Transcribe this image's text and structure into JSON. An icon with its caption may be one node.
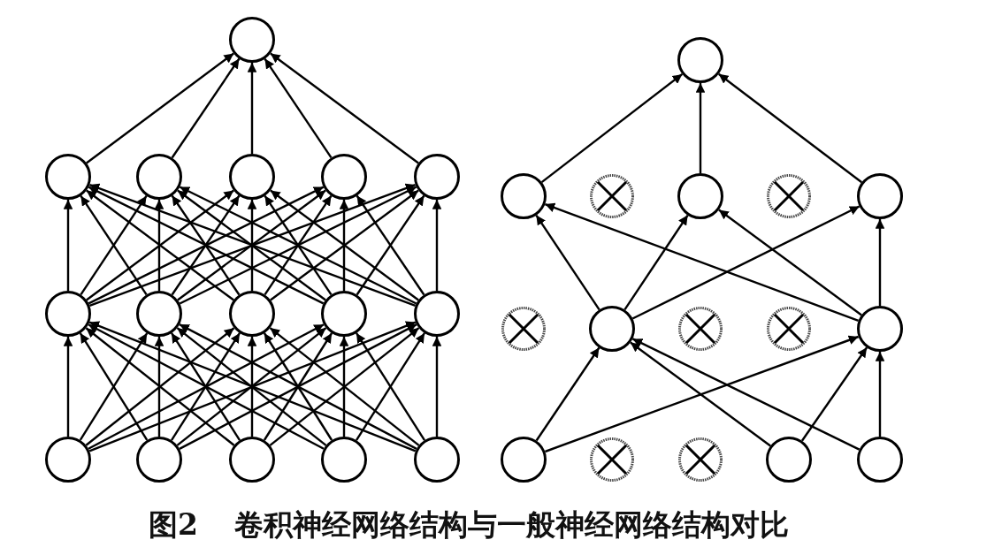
{
  "diagram": {
    "caption": "图2 卷积神经网络结构与一般神经网络结构对比",
    "nodes": [
      {
        "text": [],
        "shape": "circle"
      },
      {
        "text": [],
        "shape": "circle"
      },
      {
        "text": [],
        "shape": "circle"
      },
      {
        "text": [],
        "shape": "circle"
      },
      {
        "text": [],
        "shape": "circle"
      },
      {
        "text": [],
        "shape": "circle"
      },
      {
        "text": [],
        "shape": "circle"
      },
      {
        "text": [],
        "shape": "circle"
      },
      {
        "text": [],
        "shape": "circle"
      },
      {
        "text": [],
        "shape": "circle"
      },
      {
        "text": [],
        "shape": "circle"
      },
      {
        "text": [],
        "shape": "circle"
      },
      {
        "text": [],
        "shape": "circle"
      },
      {
        "text": [],
        "shape": "circle"
      },
      {
        "text": [],
        "shape": "circle"
      },
      {
        "text": [],
        "shape": "circle"
      },
      {
        "text": [],
        "shape": "circle"
      },
      {
        "text": [],
        "shape": "circle"
      },
      {
        "text": [],
        "shape": "cross"
      },
      {
        "text": [],
        "shape": "circle"
      },
      {
        "text": [],
        "shape": "cross"
      },
      {
        "text": [],
        "shape": "circle"
      },
      {
        "text": [],
        "shape": "cross"
      },
      {
        "text": [],
        "shape": "circle"
      },
      {
        "text": [],
        "shape": "cross"
      },
      {
        "text": [],
        "shape": "cross"
      },
      {
        "text": [],
        "shape": "circle"
      },
      {
        "text": [],
        "shape": "circle"
      },
      {
        "text": [],
        "shape": "cross"
      },
      {
        "text": [],
        "shape": "cross"
      },
      {
        "text": [],
        "shape": "circle"
      },
      {
        "text": [],
        "shape": "circle"
      }
    ],
    "edges": [
      {
        "from": 1,
        "to": 0,
        "arrow": "to"
      },
      {
        "from": 2,
        "to": 0,
        "arrow": "to"
      },
      {
        "from": 3,
        "to": 0,
        "arrow": "to"
      },
      {
        "from": 4,
        "to": 0,
        "arrow": "to"
      },
      {
        "from": 5,
        "to": 0,
        "arrow": "to"
      },
      {
        "from": 6,
        "to": 1,
        "arrow": "to"
      },
      {
        "from": 6,
        "to": 2,
        "arrow": "to"
      },
      {
        "from": 6,
        "to": 3,
        "arrow": "to"
      },
      {
        "from": 6,
        "to": 4,
        "arrow": "to"
      },
      {
        "from": 6,
        "to": 5,
        "arrow": "to"
      },
      {
        "from": 7,
        "to": 1,
        "arrow": "to"
      },
      {
        "from": 7,
        "to": 2,
        "arrow": "to"
      },
      {
        "from": 7,
        "to": 3,
        "arrow": "to"
      },
      {
        "from": 7,
        "to": 4,
        "arrow": "to"
      },
      {
        "from": 7,
        "to": 5,
        "arrow": "to"
      },
      {
        "from": 8,
        "to": 1,
        "arrow": "to"
      },
      {
        "from": 8,
        "to": 2,
        "arrow": "to"
      },
      {
        "from": 8,
        "to": 3,
        "arrow": "to"
      },
      {
        "from": 8,
        "to": 4,
        "arrow": "to"
      },
      {
        "from": 8,
        "to": 5,
        "arrow": "to"
      },
      {
        "from": 9,
        "to": 1,
        "arrow": "to"
      },
      {
        "from": 9,
        "to": 2,
        "arrow": "to"
      },
      {
        "from": 9,
        "to": 3,
        "arrow": "to"
      },
      {
        "from": 9,
        "to": 4,
        "arrow": "to"
      },
      {
        "from": 9,
        "to": 5,
        "arrow": "to"
      },
      {
        "from": 10,
        "to": 1,
        "arrow": "to"
      },
      {
        "from": 10,
        "to": 2,
        "arrow": "to"
      },
      {
        "from": 10,
        "to": 3,
        "arrow": "to"
      },
      {
        "from": 10,
        "to": 4,
        "arrow": "to"
      },
      {
        "from": 10,
        "to": 5,
        "arrow": "to"
      },
      {
        "from": 11,
        "to": 6,
        "arrow": "to"
      },
      {
        "from": 11,
        "to": 7,
        "arrow": "to"
      },
      {
        "from": 11,
        "to": 8,
        "arrow": "to"
      },
      {
        "from": 11,
        "to": 9,
        "arrow": "to"
      },
      {
        "from": 11,
        "to": 10,
        "arrow": "to"
      },
      {
        "from": 12,
        "to": 6,
        "arrow": "to"
      },
      {
        "from": 12,
        "to": 7,
        "arrow": "to"
      },
      {
        "from": 12,
        "to": 8,
        "arrow": "to"
      },
      {
        "from": 12,
        "to": 9,
        "arrow": "to"
      },
      {
        "from": 12,
        "to": 10,
        "arrow": "to"
      },
      {
        "from": 13,
        "to": 6,
        "arrow": "to"
      },
      {
        "from": 13,
        "to": 7,
        "arrow": "to"
      },
      {
        "from": 13,
        "to": 8,
        "arrow": "to"
      },
      {
        "from": 13,
        "to": 9,
        "arrow": "to"
      },
      {
        "from": 13,
        "to": 10,
        "arrow": "to"
      },
      {
        "from": 14,
        "to": 6,
        "arrow": "to"
      },
      {
        "from": 14,
        "to": 7,
        "arrow": "to"
      },
      {
        "from": 14,
        "to": 8,
        "arrow": "to"
      },
      {
        "from": 14,
        "to": 9,
        "arrow": "to"
      },
      {
        "from": 14,
        "to": 10,
        "arrow": "to"
      },
      {
        "from": 15,
        "to": 6,
        "arrow": "to"
      },
      {
        "from": 15,
        "to": 7,
        "arrow": "to"
      },
      {
        "from": 15,
        "to": 8,
        "arrow": "to"
      },
      {
        "from": 15,
        "to": 9,
        "arrow": "to"
      },
      {
        "from": 15,
        "to": 10,
        "arrow": "to"
      },
      {
        "from": 17,
        "to": 16,
        "arrow": "to"
      },
      {
        "from": 19,
        "to": 16,
        "arrow": "to"
      },
      {
        "from": 21,
        "to": 16,
        "arrow": "to"
      },
      {
        "from": 23,
        "to": 17,
        "arrow": "to"
      },
      {
        "from": 23,
        "to": 19,
        "arrow": "to"
      },
      {
        "from": 23,
        "to": 21,
        "arrow": "to"
      },
      {
        "from": 26,
        "to": 17,
        "arrow": "to"
      },
      {
        "from": 26,
        "to": 19,
        "arrow": "to"
      },
      {
        "from": 26,
        "to": 21,
        "arrow": "to"
      },
      {
        "from": 27,
        "to": 23,
        "arrow": "to"
      },
      {
        "from": 27,
        "to": 26,
        "arrow": "to"
      },
      {
        "from": 30,
        "to": 23,
        "arrow": "to"
      },
      {
        "from": 30,
        "to": 26,
        "arrow": "to"
      },
      {
        "from": 31,
        "to": 23,
        "arrow": "to"
      },
      {
        "from": 31,
        "to": 26,
        "arrow": "to"
      }
    ]
  }
}
